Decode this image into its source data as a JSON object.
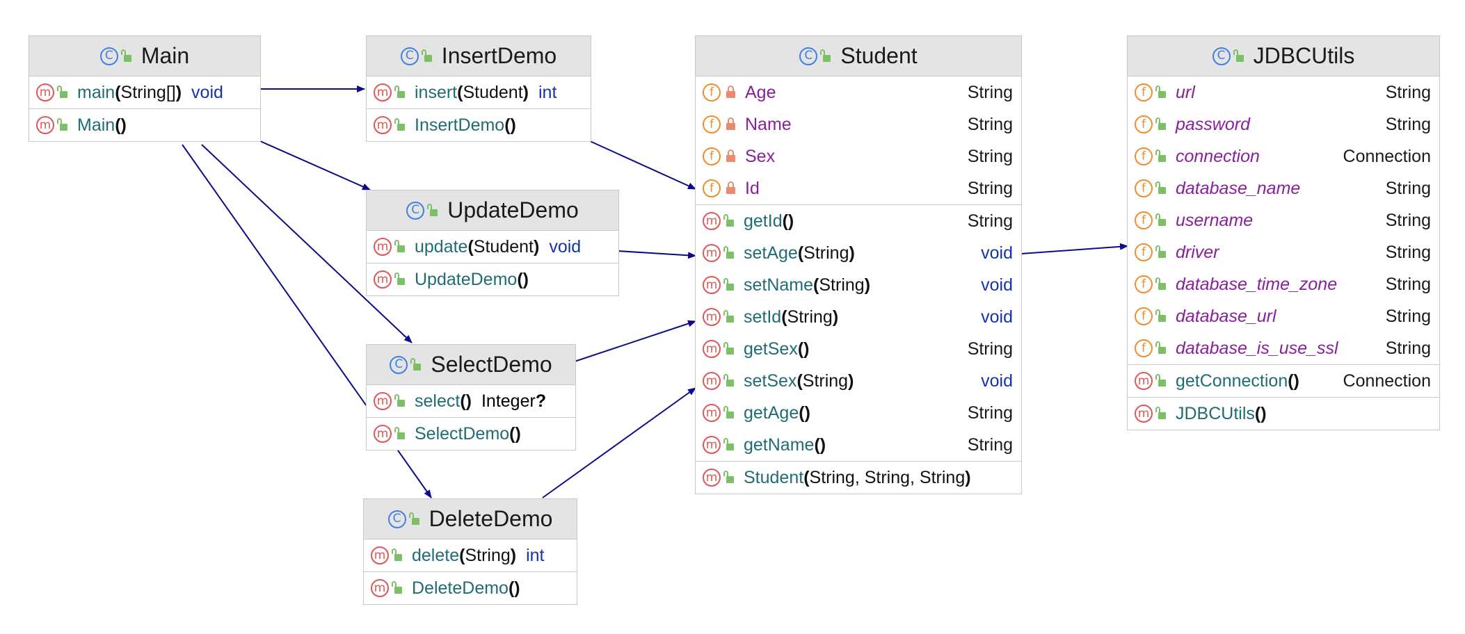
{
  "classes": {
    "main": {
      "name": "Main",
      "methods": [
        {
          "name": "main",
          "params": "String[]",
          "type": "void"
        },
        {
          "name": "Main",
          "params": ""
        }
      ]
    },
    "insert_demo": {
      "name": "InsertDemo",
      "methods": [
        {
          "name": "insert",
          "params": "Student",
          "type": "int"
        },
        {
          "name": "InsertDemo",
          "params": ""
        }
      ]
    },
    "update_demo": {
      "name": "UpdateDemo",
      "methods": [
        {
          "name": "update",
          "params": "Student",
          "type": "void"
        },
        {
          "name": "UpdateDemo",
          "params": ""
        }
      ]
    },
    "select_demo": {
      "name": "SelectDemo",
      "methods": [
        {
          "name": "select",
          "params": "",
          "type": "Integer",
          "type_suffix": "?"
        },
        {
          "name": "SelectDemo",
          "params": ""
        }
      ]
    },
    "delete_demo": {
      "name": "DeleteDemo",
      "methods": [
        {
          "name": "delete",
          "params": "String",
          "type": "int"
        },
        {
          "name": "DeleteDemo",
          "params": ""
        }
      ]
    },
    "student": {
      "name": "Student",
      "fields": [
        {
          "name": "Age",
          "type": "String"
        },
        {
          "name": "Name",
          "type": "String"
        },
        {
          "name": "Sex",
          "type": "String"
        },
        {
          "name": "Id",
          "type": "String"
        }
      ],
      "methods": [
        {
          "name": "getId",
          "params": "",
          "type": "String"
        },
        {
          "name": "setAge",
          "params": "String",
          "type": "void"
        },
        {
          "name": "setName",
          "params": "String",
          "type": "void"
        },
        {
          "name": "setId",
          "params": "String",
          "type": "void"
        },
        {
          "name": "getSex",
          "params": "",
          "type": "String"
        },
        {
          "name": "setSex",
          "params": "String",
          "type": "void"
        },
        {
          "name": "getAge",
          "params": "",
          "type": "String"
        },
        {
          "name": "getName",
          "params": "",
          "type": "String"
        }
      ],
      "constructors": [
        {
          "name": "Student",
          "params": "String, String, String"
        }
      ]
    },
    "jdbc_utils": {
      "name": "JDBCUtils",
      "fields": [
        {
          "name": "url",
          "type": "String"
        },
        {
          "name": "password",
          "type": "String"
        },
        {
          "name": "connection",
          "type": "Connection"
        },
        {
          "name": "database_name",
          "type": "String"
        },
        {
          "name": "username",
          "type": "String"
        },
        {
          "name": "driver",
          "type": "String"
        },
        {
          "name": "database_time_zone",
          "type": "String"
        },
        {
          "name": "database_url",
          "type": "String"
        },
        {
          "name": "database_is_use_ssl",
          "type": "String"
        }
      ],
      "methods": [
        {
          "name": "getConnection",
          "params": "",
          "type": "Connection"
        },
        {
          "name": "JDBCUtils",
          "params": ""
        }
      ]
    }
  },
  "icons": {
    "class_badge": "C",
    "method_badge": "m",
    "field_badge": "f"
  },
  "colors": {
    "arrow": "#0b0b8c",
    "header_bg": "#e4e4e4",
    "method_name": "#1f6c75",
    "field_name": "#8a1f9e",
    "keyword_type": "#1434a8"
  }
}
